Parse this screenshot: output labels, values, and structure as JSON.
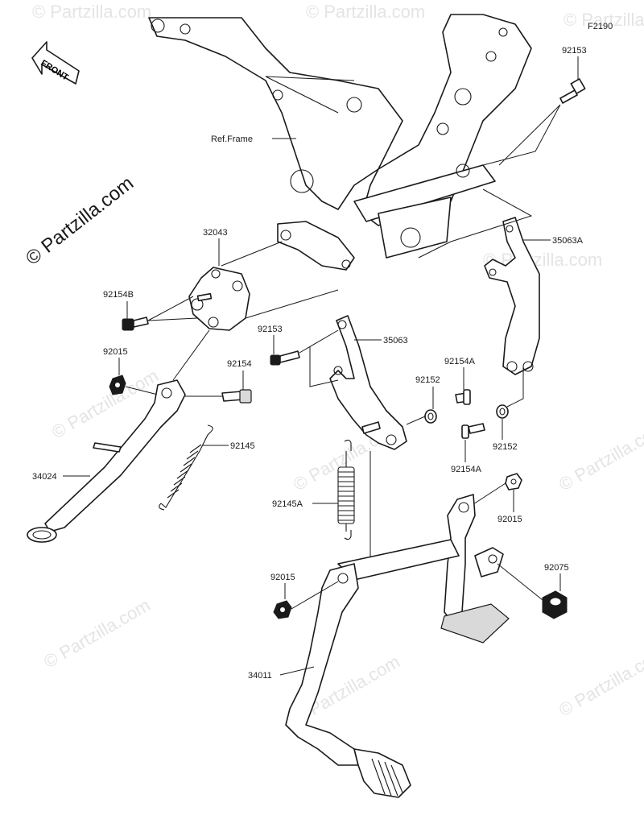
{
  "diagram_code": "F2190",
  "front_label": "FRONT",
  "ref_frame_label": "Ref.Frame",
  "watermark": "© Partzilla.com",
  "callouts": {
    "p92153_top": "92153",
    "p35063A": "35063A",
    "p32043": "32043",
    "p92154B": "92154B",
    "p92153_mid": "92153",
    "p35063": "35063",
    "p92015_left": "92015",
    "p92154": "92154",
    "p92154A_top": "92154A",
    "p92152_top": "92152",
    "p92145": "92145",
    "p92152_bot": "92152",
    "p34024": "34024",
    "p92154A_bot": "92154A",
    "p92145A": "92145A",
    "p92015_right": "92015",
    "p92015_center": "92015",
    "p92075": "92075",
    "p34011": "34011"
  }
}
